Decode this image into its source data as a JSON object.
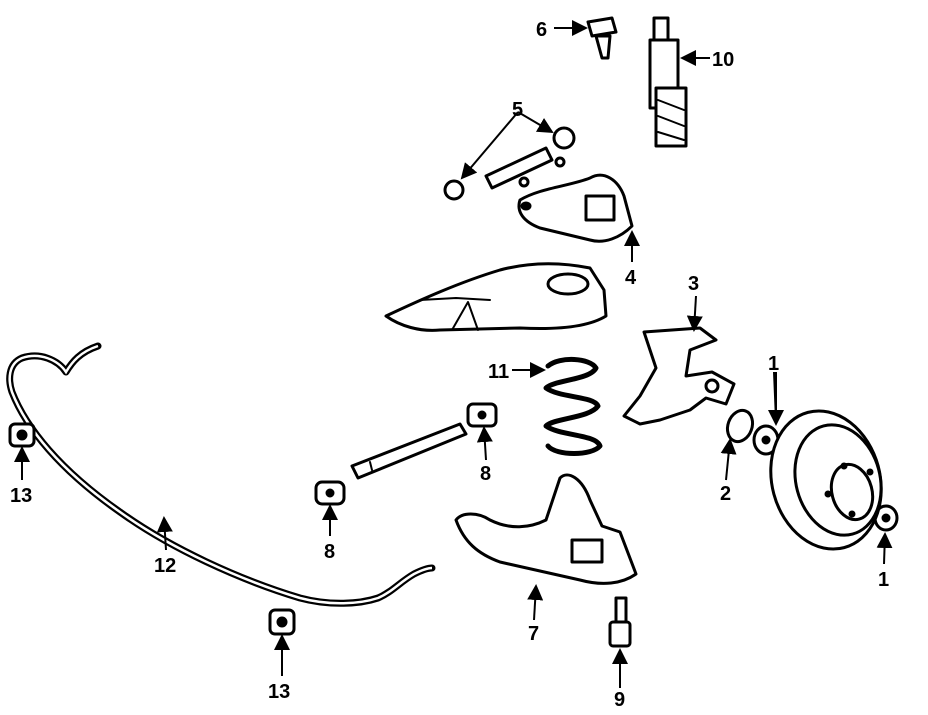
{
  "diagram": {
    "title": "",
    "callouts": [
      {
        "id": "c1a",
        "text": "1"
      },
      {
        "id": "c1b",
        "text": "1"
      },
      {
        "id": "c2",
        "text": "2"
      },
      {
        "id": "c3",
        "text": "3"
      },
      {
        "id": "c4",
        "text": "4"
      },
      {
        "id": "c5",
        "text": "5"
      },
      {
        "id": "c6",
        "text": "6"
      },
      {
        "id": "c7",
        "text": "7"
      },
      {
        "id": "c8a",
        "text": "8"
      },
      {
        "id": "c8b",
        "text": "8"
      },
      {
        "id": "c9",
        "text": "9"
      },
      {
        "id": "c10",
        "text": "10"
      },
      {
        "id": "c11",
        "text": "11"
      },
      {
        "id": "c12",
        "text": "12"
      },
      {
        "id": "c13a",
        "text": "13"
      },
      {
        "id": "c13b",
        "text": "13"
      }
    ]
  }
}
